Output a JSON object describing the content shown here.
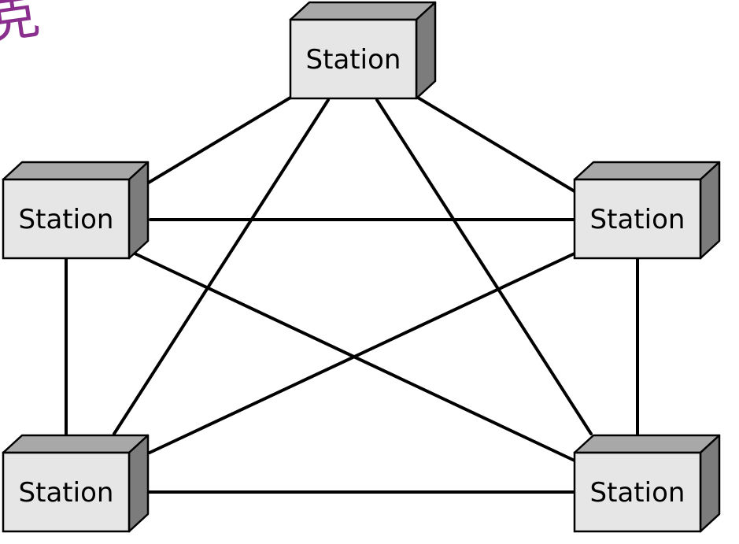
{
  "diagram": {
    "stations": [
      {
        "id": "top",
        "label": "Station"
      },
      {
        "id": "left",
        "label": "Station"
      },
      {
        "id": "right",
        "label": "Station"
      },
      {
        "id": "bottom-left",
        "label": "Station"
      },
      {
        "id": "bottom-right",
        "label": "Station"
      }
    ],
    "links": [
      [
        "top",
        "left"
      ],
      [
        "top",
        "right"
      ],
      [
        "top",
        "bottom-left"
      ],
      [
        "top",
        "bottom-right"
      ],
      [
        "left",
        "right"
      ],
      [
        "left",
        "bottom-left"
      ],
      [
        "left",
        "bottom-right"
      ],
      [
        "right",
        "bottom-left"
      ],
      [
        "right",
        "bottom-right"
      ],
      [
        "bottom-left",
        "bottom-right"
      ]
    ],
    "colors": {
      "box_front": "#e6e6e6",
      "box_top": "#a8a8a8",
      "box_side": "#7c7c7c",
      "line": "#000000",
      "corner_mark": "#8b2f8f"
    }
  },
  "corner_mark": {
    "glyph": "克"
  }
}
